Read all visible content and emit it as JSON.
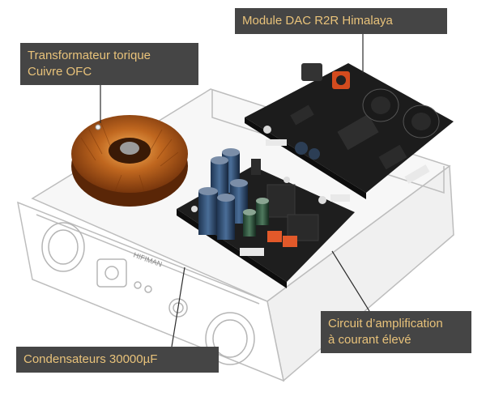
{
  "callouts": {
    "transformer": {
      "line1": "Transformateur torique",
      "line2": "Cuivre OFC"
    },
    "dac_module": {
      "text": "Module DAC R2R Himalaya"
    },
    "amplification": {
      "line1": "Circuit d’amplification",
      "line2": "à courant élevé"
    },
    "capacitors": {
      "text": "Condensateurs 30000µF"
    }
  },
  "chassis": {
    "brand": "HIFIMAN"
  },
  "colors": {
    "callout_bg": "#454545",
    "callout_text": "#e8c27a",
    "pcb": "#1c1c1c",
    "copper": "#c0671f",
    "chassis_outline": "#bdbdbd"
  }
}
